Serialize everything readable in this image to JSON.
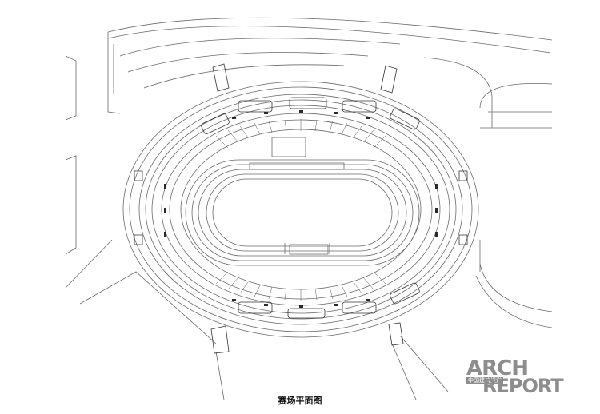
{
  "caption": "赛场平面图",
  "logo": {
    "line1": "ARCH",
    "line2": "REPORT",
    "chinese": "中国建筑报道"
  },
  "colors": {
    "line": "#6a6a6a",
    "fill_dark": "#2a2a2a",
    "background": "#ffffff",
    "logo": "#8d8d8d"
  }
}
